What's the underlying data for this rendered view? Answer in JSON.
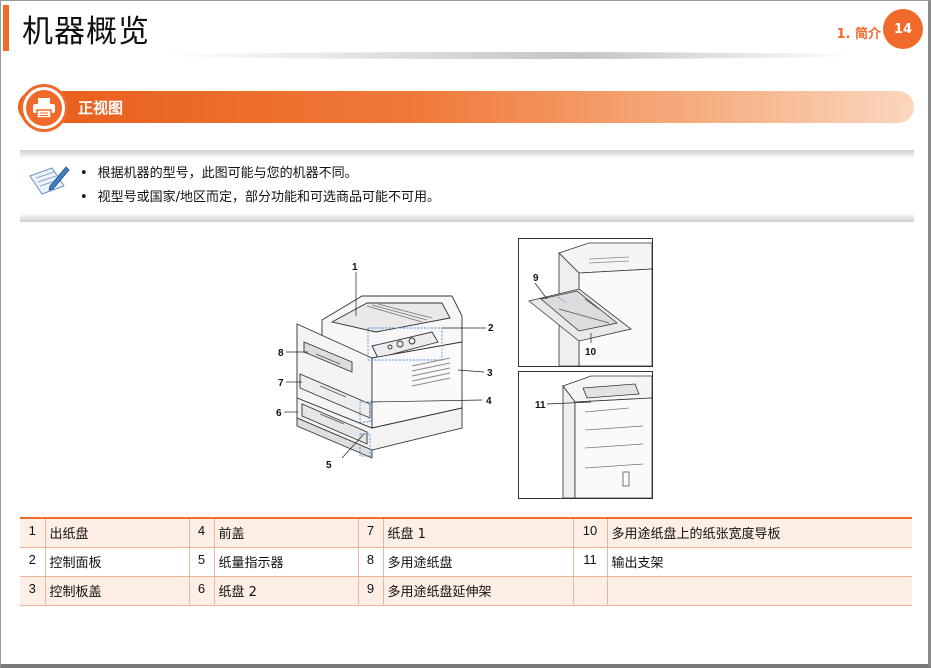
{
  "header": {
    "title": "机器概览",
    "chapter": "1. 简介",
    "page_number": "14"
  },
  "section": {
    "title": "正视图",
    "icon": "printer-icon"
  },
  "note": {
    "icon": "note-pencil-icon",
    "items": [
      "根据机器的型号，此图可能与您的机器不同。",
      "视型号或国家/地区而定，部分功能和可选商品可能不可用。"
    ]
  },
  "figure": {
    "main_callouts": [
      "1",
      "2",
      "3",
      "4",
      "5",
      "6",
      "7",
      "8"
    ],
    "inset_a_callouts": [
      "9",
      "10"
    ],
    "inset_b_callouts": [
      "11"
    ]
  },
  "parts_table": {
    "rows": [
      [
        {
          "n": "1",
          "label": "出纸盘"
        },
        {
          "n": "4",
          "label": "前盖"
        },
        {
          "n": "7",
          "label": "纸盘 1"
        },
        {
          "n": "10",
          "label": "多用途纸盘上的纸张宽度导板"
        }
      ],
      [
        {
          "n": "2",
          "label": "控制面板"
        },
        {
          "n": "5",
          "label": "纸量指示器"
        },
        {
          "n": "8",
          "label": "多用途纸盘"
        },
        {
          "n": "11",
          "label": "输出支架"
        }
      ],
      [
        {
          "n": "3",
          "label": "控制板盖"
        },
        {
          "n": "6",
          "label": "纸盘 2"
        },
        {
          "n": "9",
          "label": "多用途纸盘延伸架"
        },
        {
          "n": "",
          "label": ""
        }
      ]
    ]
  },
  "colors": {
    "accent": "#f06b2b",
    "table_row_tint": "#fdeee6"
  }
}
